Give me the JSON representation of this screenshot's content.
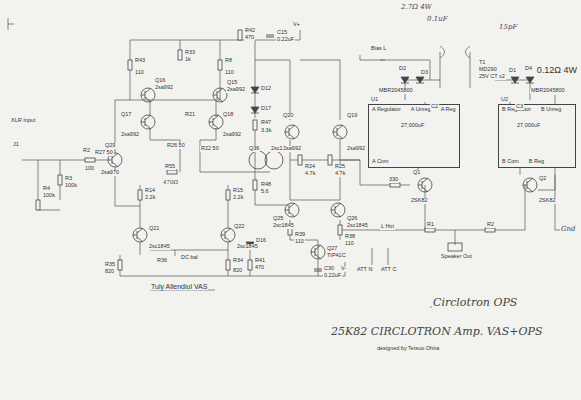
{
  "diagram": {
    "nodes": [
      {
        "text": [
          "U1",
          "A Regulator",
          "A Unreg",
          "A Reg",
          "A Com"
        ]
      },
      {
        "text": [
          "U2",
          "B Regulator",
          "B Unreg",
          "B Com",
          "B Reg"
        ]
      }
    ],
    "labels": [
      "XLR Input",
      "J1",
      "R4",
      "100k",
      "R3",
      "100k",
      "R2",
      "100",
      "Q29",
      "2sa970",
      "R27 50",
      "R43",
      "110",
      "Q16",
      "2sa992",
      "Q17",
      "2sa992",
      "R33",
      "1k",
      "R8",
      "110",
      "Q15",
      "2sa992",
      "R21",
      "Q18",
      "2sa992",
      "R26 50",
      "R22 50",
      "R14",
      "2.2k",
      "R55",
      "R15",
      "2.2k",
      "470Ω",
      "Q21",
      "2sc1845",
      "Q22",
      "2sc1845",
      "R35",
      "820",
      "R34",
      "820",
      "R36",
      "DC bal",
      "D16",
      "R41",
      "470",
      "Tuly Allendiul VAS",
      "R42",
      "470",
      "C15",
      "0.22uF",
      "V+",
      "D12",
      "D17",
      "R47",
      "3.3k",
      "Q36",
      "2sc1775",
      "R48",
      "5.6",
      "Q20",
      "2sa992",
      "Q19",
      "2sa992",
      "R24",
      "4.7k",
      "R25",
      "4.7k",
      "Q25",
      "2sc1845",
      "Q26",
      "2sc1845",
      "R39",
      "110",
      "R38",
      "110",
      "Q27",
      "TIP41C",
      "C30",
      "0.22uF",
      "V-",
      "ATT N",
      "ATT C",
      "Bias L",
      "330",
      "Q1",
      "2SK82",
      "Q2",
      "2SK82",
      "D2",
      "MBR2045800",
      "D3",
      "D1",
      "D4",
      "MBR2045800",
      "T1",
      "MD290",
      "25V CT x2",
      "C2",
      "27,000uF",
      "C3",
      "27,000uF",
      "L Hot",
      "Speaker Out",
      "R1",
      "R2",
      "Gnd",
      "2.7Ω 4W",
      "0.1uF",
      "15pF",
      "0.12Ω 4W",
      "Circlotron OPS",
      "25K82 CIRCLOTRON Amp.  VAS+OPS",
      "designed by Tetsuo Ohira"
    ]
  }
}
